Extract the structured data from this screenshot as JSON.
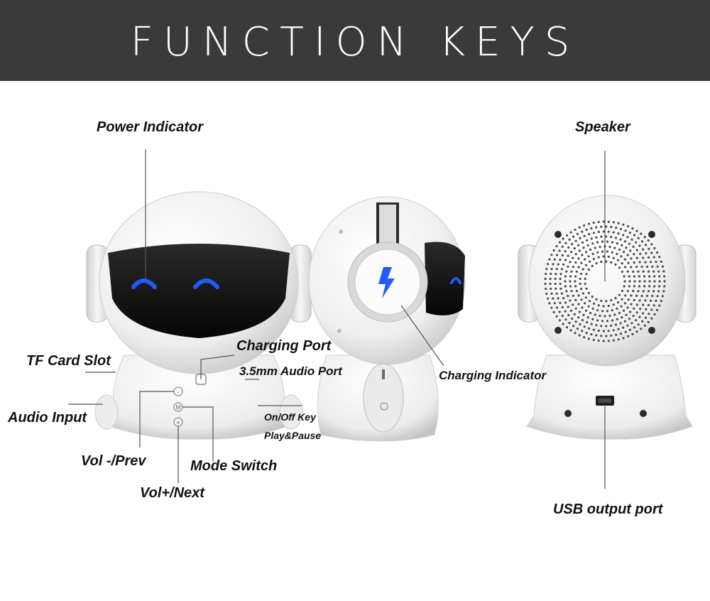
{
  "header": {
    "title": "FUNCTION KEYS"
  },
  "colors": {
    "banner": "#3a3a3a",
    "body_white": "#f4f4f4",
    "visor": "#151515",
    "accent_blue": "#1f5bff"
  },
  "labels": {
    "power_indicator": "Power Indicator",
    "speaker": "Speaker",
    "charging_port": "Charging Port",
    "audio_port": "3.5mm Audio Port",
    "tf_card_slot": "TF Card Slot",
    "charging_indicator": "Charging Indicator",
    "audio_input": "Audio Input",
    "on_off_key": "On/Off Key",
    "play_pause": "Play&Pause",
    "vol_prev": "Vol -/Prev",
    "mode_switch": "Mode Switch",
    "vol_next": "Vol+/Next",
    "usb_output": "USB output port"
  },
  "buttons": {
    "minus": "-",
    "mode": "M",
    "plus": "+"
  },
  "icons": {
    "charging": "lightning-bolt-icon"
  }
}
